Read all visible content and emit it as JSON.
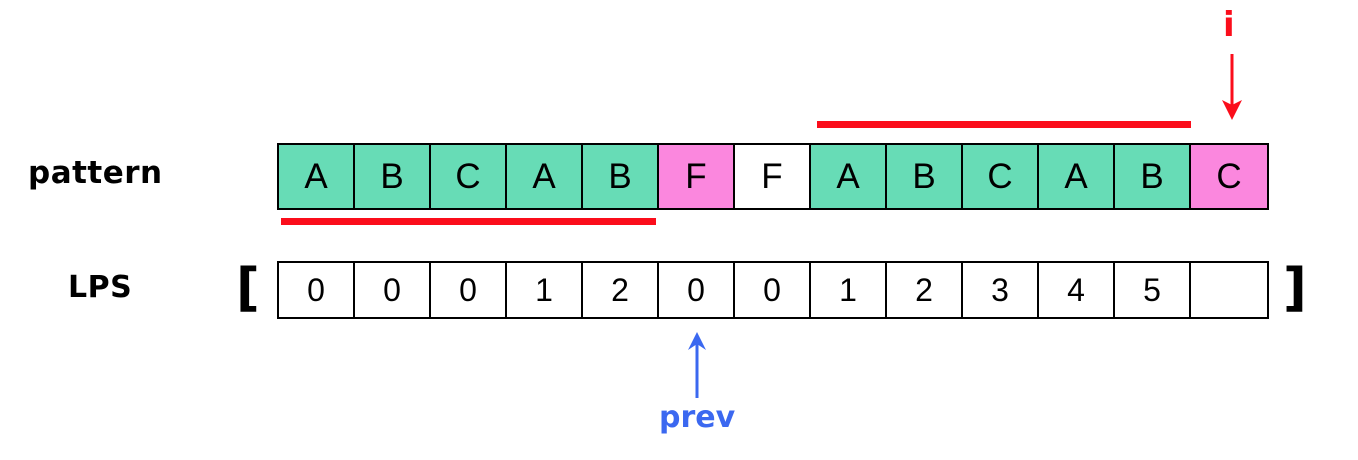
{
  "diagram": {
    "title_context": "KMP LPS array construction",
    "rows": {
      "pattern": {
        "label": "pattern",
        "cells": [
          {
            "char": "A",
            "color": "teal"
          },
          {
            "char": "B",
            "color": "teal"
          },
          {
            "char": "C",
            "color": "teal"
          },
          {
            "char": "A",
            "color": "teal"
          },
          {
            "char": "B",
            "color": "teal"
          },
          {
            "char": "F",
            "color": "pink"
          },
          {
            "char": "F",
            "color": "white"
          },
          {
            "char": "A",
            "color": "teal"
          },
          {
            "char": "B",
            "color": "teal"
          },
          {
            "char": "C",
            "color": "teal"
          },
          {
            "char": "A",
            "color": "teal"
          },
          {
            "char": "B",
            "color": "teal"
          },
          {
            "char": "C",
            "color": "pink"
          }
        ]
      },
      "lps": {
        "label": "LPS",
        "bracket_open": "[",
        "bracket_close": "]",
        "values": [
          "0",
          "0",
          "0",
          "1",
          "2",
          "0",
          "0",
          "1",
          "2",
          "3",
          "4",
          "5",
          ""
        ]
      }
    },
    "highlights": [
      {
        "name": "prefix-underline",
        "placement": "below-pattern",
        "spans_cells": "1-5",
        "color": "#FB0D1B"
      },
      {
        "name": "suffix-overline",
        "placement": "above-pattern",
        "spans_cells": "8-12",
        "color": "#FB0D1B"
      }
    ],
    "pointers": [
      {
        "name": "i",
        "label": "i",
        "color": "#FB0D1B",
        "direction": "down",
        "targets_cell": 13
      },
      {
        "name": "prev",
        "label": "prev",
        "color": "#3B68F0",
        "direction": "up",
        "targets_cell": 6
      }
    ],
    "colors": {
      "teal": "#67DCB6",
      "pink": "#FB87DE",
      "white": "#FFFFFF",
      "red": "#FB0D1B",
      "blue": "#3B68F0",
      "border": "#000000",
      "background": "#FFFFFF"
    }
  }
}
